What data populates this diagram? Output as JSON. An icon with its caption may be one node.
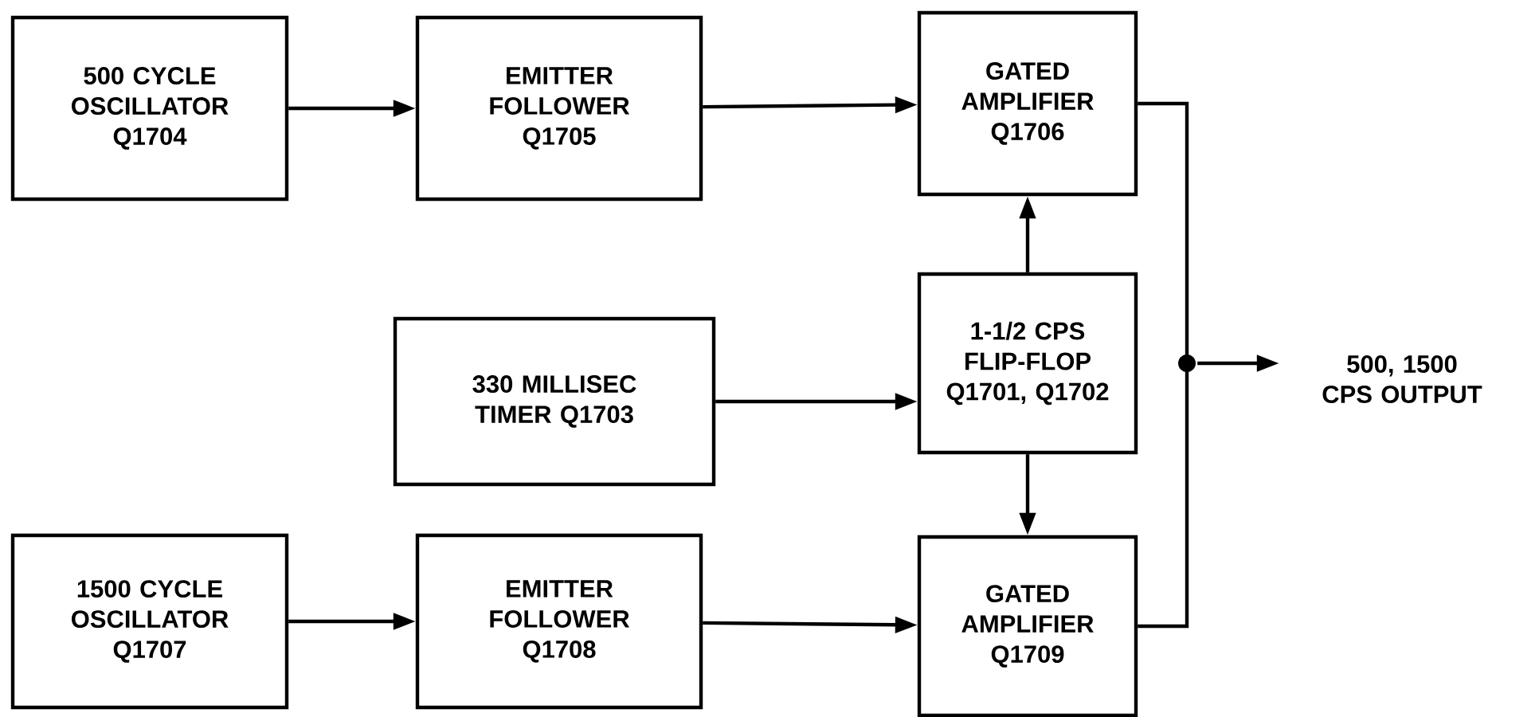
{
  "diagram": {
    "nodes": [
      {
        "text": [
          "500 CYCLE OSCILLATOR Q1704"
        ]
      },
      {
        "text": [
          "EMITTER FOLLOWER Q1705"
        ]
      },
      {
        "text": [
          "GATED AMPLIFIER Q1706"
        ]
      },
      {
        "text": [
          "330 MILLISEC TIMER Q1703"
        ]
      },
      {
        "text": [
          "1-1/2 CPS FLIP-FLOP Q1701, Q1702"
        ]
      },
      {
        "text": [
          "1500 CYCLE OSCILLATOR Q1707"
        ]
      },
      {
        "text": [
          "EMITTER FOLLOWER Q1708"
        ]
      },
      {
        "text": [
          "GATED AMPLIFIER Q1709"
        ]
      },
      {
        "text": [],
        "shape": "circle"
      },
      {
        "text": [
          "500, 1500 CPS OUTPUT"
        ]
      }
    ],
    "edges": [
      {
        "from": 0,
        "to": 1,
        "arrow": "to"
      },
      {
        "from": 1,
        "to": 2,
        "arrow": "to"
      },
      {
        "from": 3,
        "to": 4,
        "arrow": "to"
      },
      {
        "from": 4,
        "to": 2,
        "arrow": "to"
      },
      {
        "from": 4,
        "to": 7,
        "arrow": "to"
      },
      {
        "from": 5,
        "to": 6,
        "arrow": "to"
      },
      {
        "from": 6,
        "to": 7,
        "arrow": "to"
      },
      {
        "from": 2,
        "to": 8,
        "arrow": "none"
      },
      {
        "from": 7,
        "to": 8,
        "arrow": "none"
      },
      {
        "from": 8,
        "to": 9,
        "arrow": "to"
      }
    ]
  }
}
